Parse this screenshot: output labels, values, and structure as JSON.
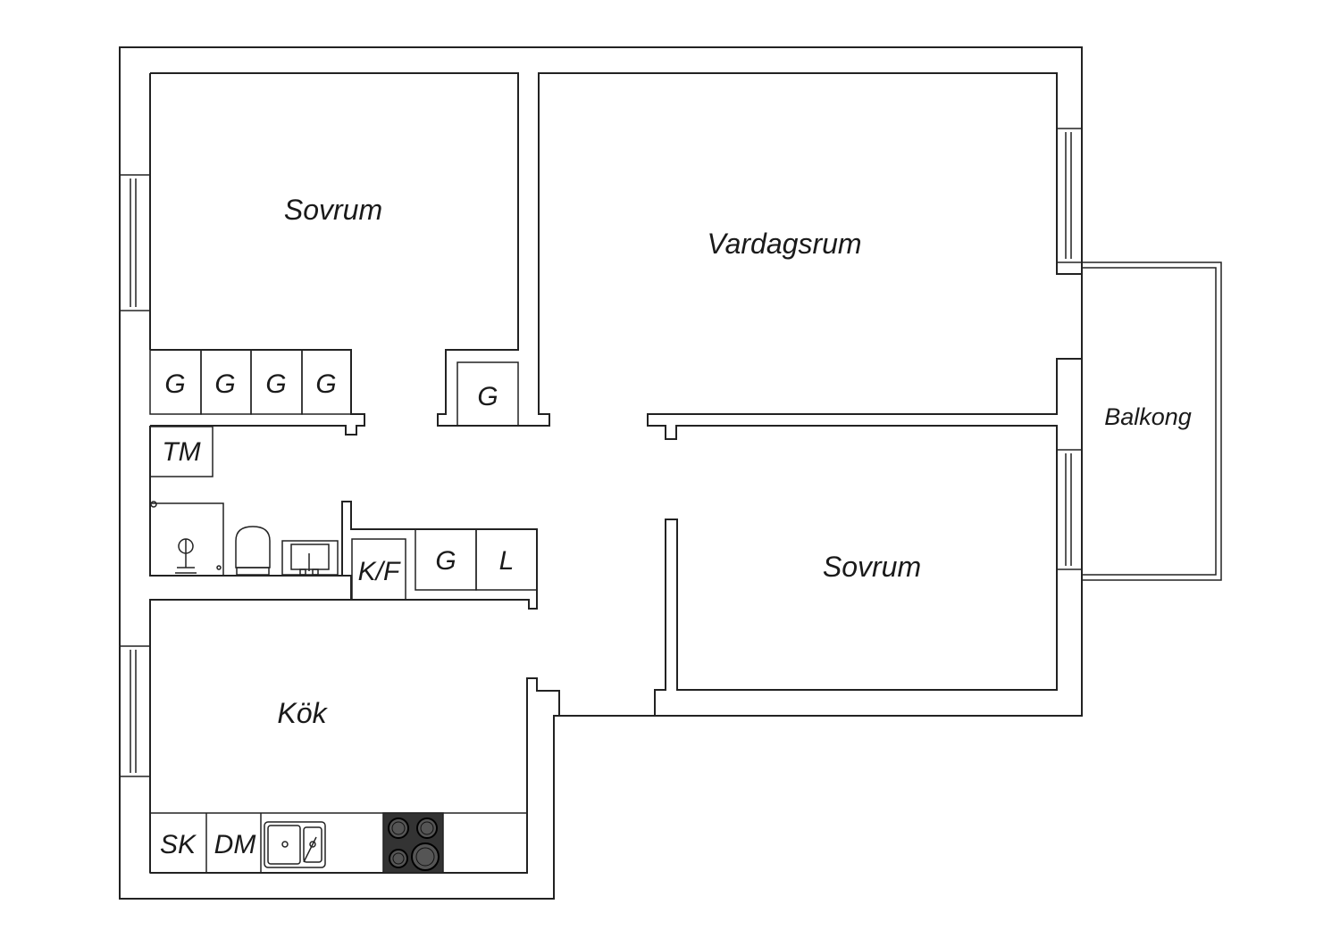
{
  "rooms": {
    "bedroom_1": "Sovrum",
    "living_room": "Vardagsrum",
    "balcony": "Balkong",
    "bedroom_2": "Sovrum",
    "kitchen": "Kök"
  },
  "fixtures": {
    "wardrobe_1": "G",
    "wardrobe_2": "G",
    "wardrobe_3": "G",
    "wardrobe_4": "G",
    "wardrobe_hall": "G",
    "wardrobe_corridor": "G",
    "linen_closet": "L",
    "washer_dryer": "TM",
    "fridge_freezer": "K/F",
    "pantry": "SK",
    "dishwasher": "DM"
  },
  "appliances": {
    "shower": "shower-icon",
    "toilet": "toilet-icon",
    "washbasin": "washbasin-icon",
    "sink": "sink-icon",
    "stove": "stove-icon"
  }
}
